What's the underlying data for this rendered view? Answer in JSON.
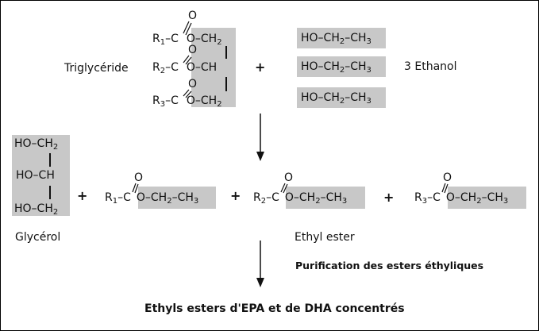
{
  "reactants": {
    "triglyceride": {
      "label": "Triglycéride",
      "rows": [
        {
          "r": "R",
          "r_sub": "1",
          "mid": "–C",
          "tail": "O–CH",
          "tail_sub": "2",
          "oxy": "O"
        },
        {
          "r": "R",
          "r_sub": "2",
          "mid": "–C",
          "tail": "O–CH",
          "tail_sub": "",
          "oxy": "O"
        },
        {
          "r": "R",
          "r_sub": "3",
          "mid": "–C",
          "tail": "O–CH",
          "tail_sub": "2",
          "oxy": "O"
        }
      ]
    },
    "plus": "+",
    "ethanol": {
      "label": "3 Ethanol",
      "formula": {
        "a": "HO–CH",
        "a_sub": "2",
        "b": "–CH",
        "b_sub": "3"
      }
    }
  },
  "products": {
    "glycerol": {
      "label": "Glycérol",
      "rows": [
        {
          "text": "HO–CH",
          "sub": "2"
        },
        {
          "text": "HO–CH",
          "sub": ""
        },
        {
          "text": "HO–CH",
          "sub": "2"
        }
      ]
    },
    "plus": "+",
    "esters": [
      {
        "r": "R",
        "r_sub": "1",
        "mid": "–C",
        "tail": "O–CH",
        "tail_sub": "2",
        "tail2": "–CH",
        "tail2_sub": "3",
        "oxy": "O"
      },
      {
        "r": "R",
        "r_sub": "2",
        "mid": "–C",
        "tail": "O–CH",
        "tail_sub": "2",
        "tail2": "–CH",
        "tail2_sub": "3",
        "oxy": "O"
      },
      {
        "r": "R",
        "r_sub": "3",
        "mid": "–C",
        "tail": "O–CH",
        "tail_sub": "2",
        "tail2": "–CH",
        "tail2_sub": "3",
        "oxy": "O"
      }
    ],
    "ester_label": "Ethyl ester"
  },
  "step_label": "Purification des esters éthyliques",
  "final_product": "Ethyls esters d'EPA et de DHA concentrés",
  "colors": {
    "shade": "#c8c8c8",
    "ink": "#111111"
  }
}
